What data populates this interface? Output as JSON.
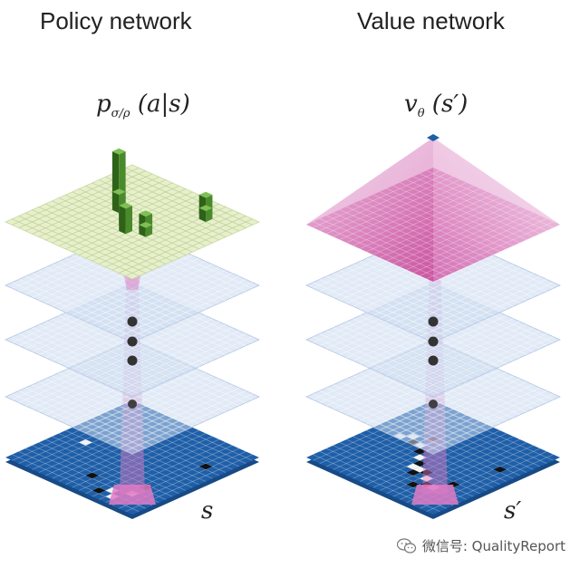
{
  "policy": {
    "title": "Policy network",
    "formula_base": "p",
    "formula_sub": "σ/ρ",
    "formula_args": "(a|s)",
    "input_label": "s"
  },
  "value": {
    "title": "Value network",
    "formula_base": "v",
    "formula_sub": "θ",
    "formula_args": "(s′)",
    "input_label": "s′"
  },
  "watermark": {
    "text": "微信号: QualityReport",
    "icon": "wechat-icon"
  },
  "colors": {
    "board_blue": "#1f5fa8",
    "layer_blue": "#c9d8ee",
    "policy_output": "#e6f0cc",
    "value_output": "#d9549e",
    "beam_pink": "#e07bc4",
    "stone_black": "#111111",
    "stone_white": "#f4f4f4",
    "bar_green": "#3d7a22",
    "dots": "#333333"
  }
}
